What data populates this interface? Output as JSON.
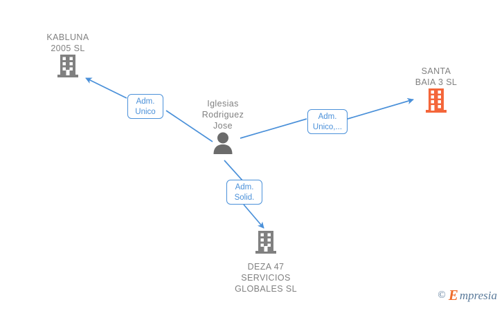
{
  "graph": {
    "nodes": [
      {
        "id": "kabluna",
        "name": "KABLUNA\n2005  SL",
        "icon": "building-icon",
        "color": "#808080",
        "type": "company"
      },
      {
        "id": "person",
        "name": "Iglesias\nRodriguez\nJose",
        "icon": "person-icon",
        "color": "#666666",
        "type": "person"
      },
      {
        "id": "santabaia",
        "name": "SANTA\nBAIA 3  SL",
        "icon": "building-icon",
        "color": "#f4663a",
        "type": "company"
      },
      {
        "id": "deza",
        "name": "DEZA 47\nSERVICIOS\nGLOBALES SL",
        "icon": "building-icon",
        "color": "#808080",
        "type": "company"
      }
    ],
    "edges": [
      {
        "id": "edge-person-kabluna",
        "label": "Adm.\nUnico",
        "from": "person",
        "to": "kabluna"
      },
      {
        "id": "edge-person-santabaia",
        "label": "Adm.\nUnico,...",
        "from": "person",
        "to": "santabaia"
      },
      {
        "id": "edge-person-deza",
        "label": "Adm.\nSolid.",
        "from": "person",
        "to": "deza"
      }
    ],
    "edge_color": "#4a90d9"
  },
  "watermark": {
    "copyright": "©",
    "brand_initial": "E",
    "brand_rest": "mpresia"
  }
}
